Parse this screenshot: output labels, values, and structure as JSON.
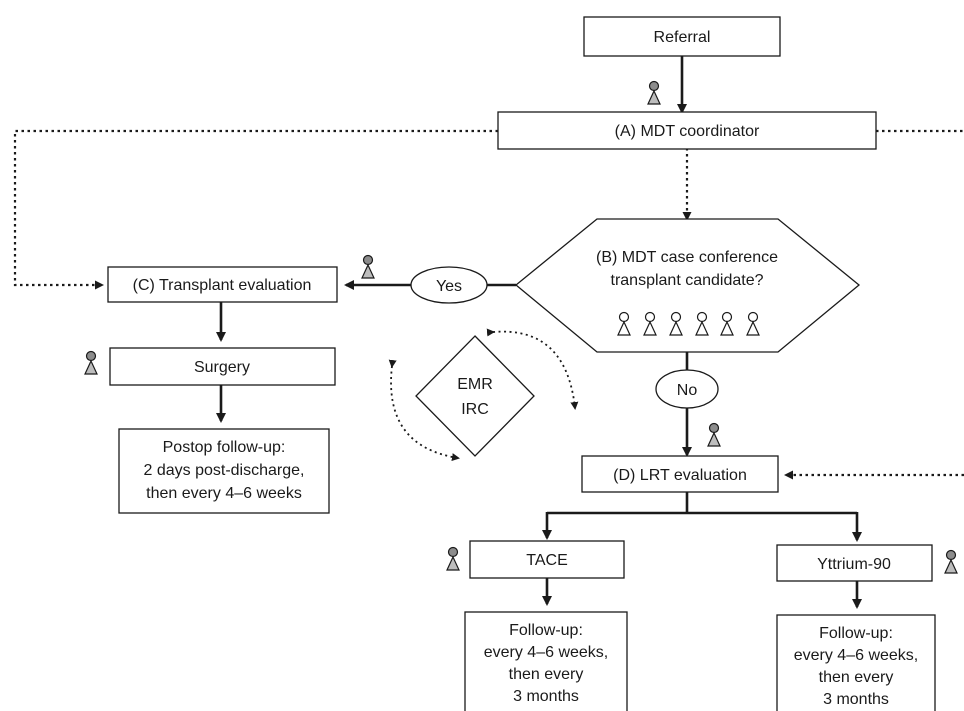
{
  "nodes": {
    "referral": "Referral",
    "mdt_coordinator": "(A) MDT coordinator",
    "case_conference": [
      "(B) MDT case conference",
      "transplant candidate?"
    ],
    "yes": "Yes",
    "no": "No",
    "transplant_evaluation": "(C) Transplant evaluation",
    "surgery": "Surgery",
    "postop_followup": [
      "Postop follow-up:",
      "2 days post-discharge,",
      "then every 4–6 weeks"
    ],
    "emr_irc": [
      "EMR",
      "IRC"
    ],
    "lrt_evaluation": "(D) LRT evaluation",
    "tace": "TACE",
    "yttrium": "Yttrium-90",
    "tace_followup": [
      "Follow-up:",
      "every 4–6 weeks,",
      "then every",
      "3 months"
    ],
    "yttrium_followup": [
      "Follow-up:",
      "every 4–6 weeks,",
      "then every",
      "3 months"
    ]
  },
  "icons": {
    "staff_person": "person-icon-grey",
    "conference_person": "person-icon-white"
  },
  "colors": {
    "line": "#1a1a1a",
    "person_head": "#8c8c8c",
    "person_body": "#bdbdbd"
  }
}
